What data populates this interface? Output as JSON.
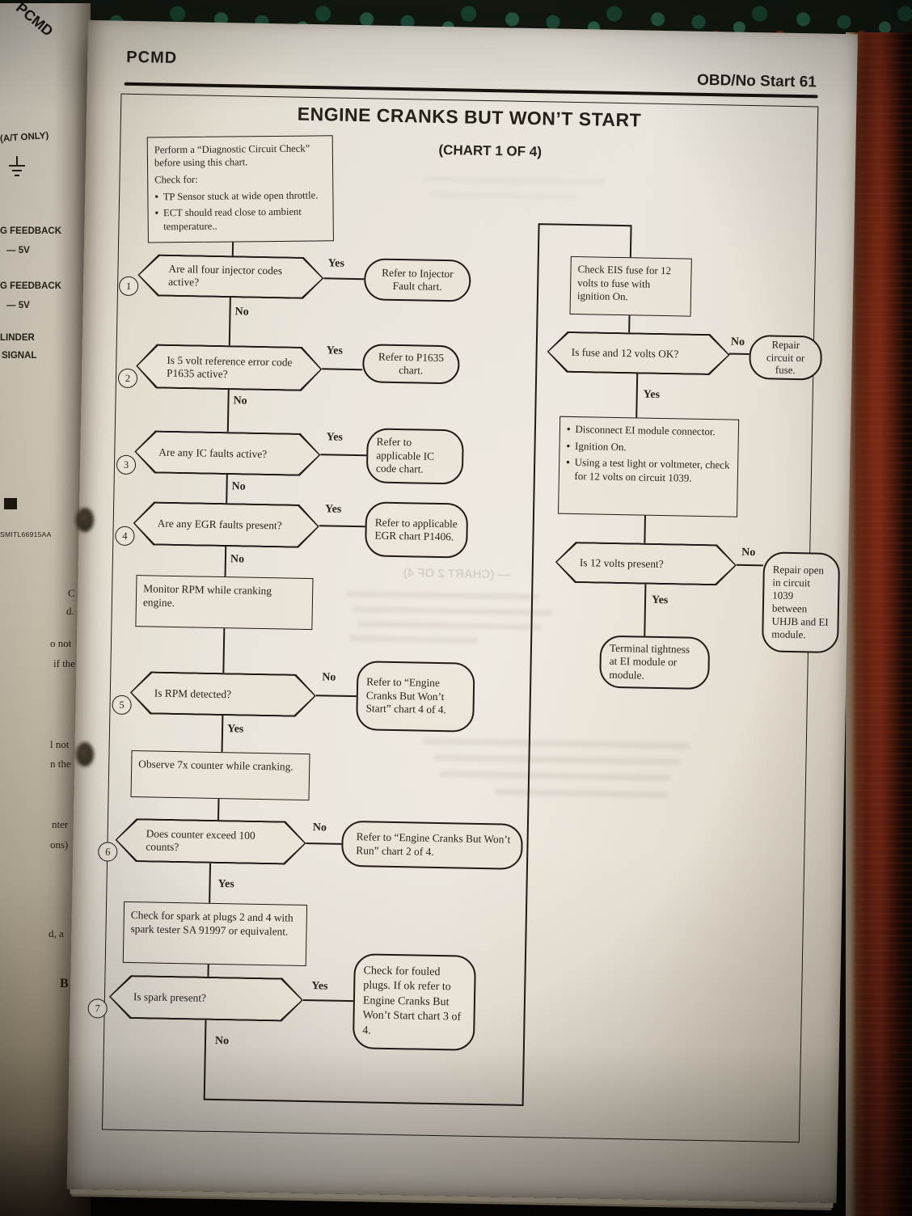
{
  "page_header": {
    "left": "PCMD",
    "right": "OBD/No Start 61"
  },
  "chart": {
    "title": "ENGINE CRANKS BUT WON’T START",
    "subtitle": "(CHART 1 OF 4)",
    "intro": {
      "text": "Perform a “Diagnostic Circuit Check” before using this chart.",
      "check_for": "Check for:",
      "bullets": [
        "TP Sensor stuck at wide open throttle.",
        "ECT should read close to ambient temperature.."
      ]
    },
    "labels": {
      "yes": "Yes",
      "no": "No"
    },
    "steps": [
      "1",
      "2",
      "3",
      "4",
      "5",
      "6",
      "7"
    ],
    "left_column": {
      "d1": "Are all four injector codes active?",
      "r1": "Refer to Injector Fault chart.",
      "d2": "Is 5 volt reference error code P1635 active?",
      "r2": "Refer to P1635 chart.",
      "d3": "Are any IC faults active?",
      "r3": "Refer to applicable IC code chart.",
      "d4": "Are any EGR faults present?",
      "r4": "Refer to applicable EGR chart P1406.",
      "a1": "Monitor RPM while cranking engine.",
      "d5": "Is RPM detected?",
      "r5": "Refer to “Engine Cranks But Won’t Start” chart 4 of 4.",
      "a2": "Observe 7x counter while cranking.",
      "d6": "Does counter exceed 100 counts?",
      "r6": "Refer to “Engine Cranks But Won’t Run” chart 2 of 4.",
      "a3": "Check for spark at plugs 2 and 4 with spark tester SA 91997 or equivalent.",
      "d7": "Is spark present?",
      "r7": "Check for fouled plugs. If ok refer to Engine Cranks But Won’t Start chart 3 of 4."
    },
    "right_column": {
      "b1": "Check EIS fuse for 12 volts to fuse with ignition On.",
      "d1": "Is fuse and 12 volts OK?",
      "r1": "Repair circuit or fuse.",
      "b2_bullets": [
        "Disconnect EI module connector.",
        "Ignition On.",
        "Using a test light or voltmeter, check for 12 volts on circuit 1039."
      ],
      "d2": "Is 12 volts present?",
      "r2": "Repair open in circuit 1039 between UHJB and EI module.",
      "r3": "Terminal tightness at EI module or module."
    },
    "ghost": {
      "chart2": "— (CHART 2 OF 4)"
    }
  },
  "left_page": {
    "spine_label": "PCMD",
    "fragments": [
      "(A/T ONLY)",
      "G FEEDBACK",
      "— 5V",
      "G FEEDBACK",
      "— 5V",
      "LINDER",
      "SIGNAL",
      "SMITL66915AA",
      "C",
      "d.",
      "o not",
      "if the",
      "l not",
      "n the",
      "nter",
      "ons)",
      "d, a",
      "B"
    ]
  }
}
